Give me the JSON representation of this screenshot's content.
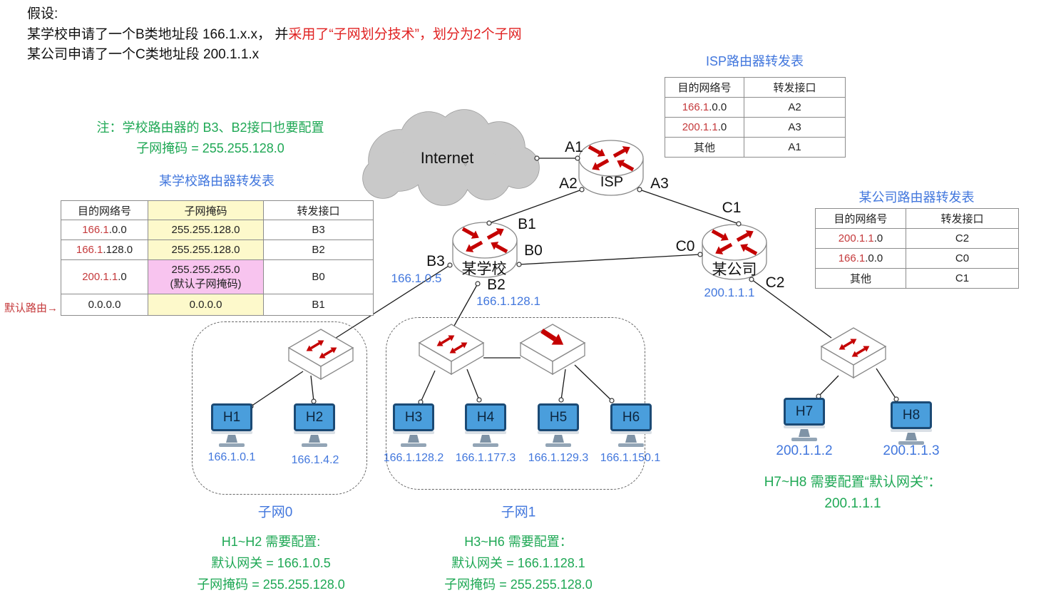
{
  "assumption": {
    "title": "假设:",
    "line2_black": "某学校申请了一个B类地址段 166.1.x.x， 并",
    "line2_red": "采用了“子网划分技术”，划分为2个子网",
    "line3": "某公司申请了一个C类地址段 200.1.1.x"
  },
  "school_note": {
    "line1": "注：学校路由器的 B3、B2接口也要配置",
    "line2": "子网掩码 = 255.255.128.0"
  },
  "isp_table": {
    "title": "ISP路由器转发表",
    "col_dest": "目的网络号",
    "col_iface": "转发接口",
    "rows": [
      {
        "dest_red": "166.1",
        "dest_black": ".0.0",
        "iface": "A2"
      },
      {
        "dest_red": "200.1.1",
        "dest_black": ".0",
        "iface": "A3"
      },
      {
        "dest_red": "",
        "dest_black": "其他",
        "iface": "A1"
      }
    ]
  },
  "school_table": {
    "title": "某学校路由器转发表",
    "col_dest": "目的网络号",
    "col_mask": "子网掩码",
    "col_iface": "转发接口",
    "default_route_label": "默认路由→",
    "rows": [
      {
        "dest_red": "166.1",
        "dest_black": ".0.0",
        "mask": "255.255.128.0",
        "mask2": "",
        "iface": "B3"
      },
      {
        "dest_red": "166.1",
        "dest_black": ".128.0",
        "mask": "255.255.128.0",
        "mask2": "",
        "iface": "B2"
      },
      {
        "dest_red": "200.1.1",
        "dest_black": ".0",
        "mask": "255.255.255.0",
        "mask2": "(默认子网掩码)",
        "iface": "B0"
      },
      {
        "dest_red": "",
        "dest_black": "0.0.0.0",
        "mask": "0.0.0.0",
        "mask2": "",
        "iface": "B1"
      }
    ]
  },
  "company_table": {
    "title": "某公司路由器转发表",
    "col_dest": "目的网络号",
    "col_iface": "转发接口",
    "rows": [
      {
        "dest_red": "200.1.1",
        "dest_black": ".0",
        "iface": "C2"
      },
      {
        "dest_red": "166.1",
        "dest_black": ".0.0",
        "iface": "C0"
      },
      {
        "dest_red": "",
        "dest_black": "其他",
        "iface": "C1"
      }
    ]
  },
  "devices": {
    "internet": "Internet",
    "isp": "ISP",
    "school": "某学校",
    "company": "某公司"
  },
  "interfaces": {
    "a1": "A1",
    "a2": "A2",
    "a3": "A3",
    "b0": "B0",
    "b1": "B1",
    "b2": "B2",
    "b3": "B3",
    "c0": "C0",
    "c1": "C1",
    "c2": "C2"
  },
  "router_ips": {
    "school_b3": "166.1.0.5",
    "school_b2": "166.1.128.1",
    "company": "200.1.1.1"
  },
  "hosts": [
    {
      "label": "H1",
      "ip": "166.1.0.1"
    },
    {
      "label": "H2",
      "ip": "166.1.4.2"
    },
    {
      "label": "H3",
      "ip": "166.1.128.2"
    },
    {
      "label": "H4",
      "ip": "166.1.177.3"
    },
    {
      "label": "H5",
      "ip": "166.1.129.3"
    },
    {
      "label": "H6",
      "ip": "166.1.150.1"
    },
    {
      "label": "H7",
      "ip": "200.1.1.2"
    },
    {
      "label": "H8",
      "ip": "200.1.1.3"
    }
  ],
  "subnet_labels": {
    "s0": "子网0",
    "s1": "子网1"
  },
  "config_notes": {
    "subnet0": {
      "line1": "H1~H2 需要配置:",
      "line2": "默认网关 = 166.1.0.5",
      "line3": "子网掩码 = 255.255.128.0"
    },
    "subnet1": {
      "line1": "H3~H6 需要配置：",
      "line2": "默认网关 = 166.1.128.1",
      "line3": "子网掩码 = 255.255.128.0"
    },
    "company": "H7~H8 需要配置“默认网关”：  200.1.1.1"
  },
  "colors": {
    "blue": "#4277dd",
    "green": "#1fa855",
    "red": "#e02222",
    "table_red": "#c53a3c",
    "yellow_bg": "#fdf9cb",
    "pink_bg": "#f8c4ef",
    "host_blue": "#4a9edc",
    "arrow_red": "#c40000",
    "cloud_gray": "#c9c9c9"
  },
  "icons": {
    "router": "router-cylinder-icon",
    "switch": "switch-box-icon",
    "hub": "hub-box-icon",
    "cloud": "internet-cloud-icon",
    "host": "desktop-monitor-icon"
  }
}
